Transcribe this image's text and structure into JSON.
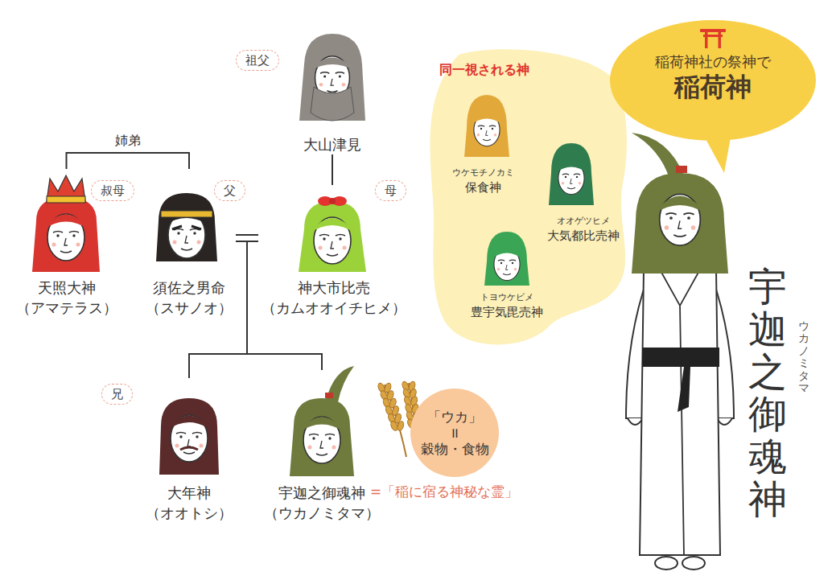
{
  "diagram": {
    "nodes": [
      {
        "text": [
          "祖父"
        ]
      },
      {
        "text": [
          "大山津見"
        ]
      },
      {
        "text": [
          "叔母"
        ]
      },
      {
        "text": [
          "天照大神",
          "（アマテラス）"
        ]
      },
      {
        "text": [
          "父"
        ]
      },
      {
        "text": [
          "須佐之男命",
          "（スサノオ）"
        ]
      },
      {
        "text": [
          "母"
        ]
      },
      {
        "text": [
          "神大市比売",
          "（カムオオイチヒメ）"
        ]
      },
      {
        "text": [
          "兄"
        ]
      },
      {
        "text": [
          "大年神",
          "（オオトシ）"
        ]
      },
      {
        "text": [
          "宇迦之御魂神",
          "（ウカノミタマ）"
        ]
      },
      {
        "text": [
          "「ウカ」",
          "=",
          "穀物・食物"
        ]
      },
      {
        "text": [
          "同一視される神"
        ]
      },
      {
        "text": [
          "ウケモチノカミ",
          "保食神"
        ],
        "in": 12
      },
      {
        "text": [
          "オオゲツヒメ",
          "大気都比売神"
        ],
        "in": 12
      },
      {
        "text": [
          "トヨウケビメ",
          "豊宇気毘売神"
        ],
        "in": 12
      },
      {
        "text": [
          "稲荷神社の祭神で",
          "稲荷神"
        ]
      }
    ],
    "edges": [
      {
        "from": 1,
        "to": 7,
        "arrow": "none"
      },
      {
        "from": 3,
        "to": 5,
        "label": "姉弟",
        "arrow": "none"
      },
      {
        "from": 5,
        "to": 7,
        "arrow": "none"
      },
      {
        "from": 5,
        "to": 9,
        "arrow": "none"
      },
      {
        "from": 5,
        "to": 10,
        "arrow": "none"
      },
      {
        "from": 7,
        "to": 9,
        "arrow": "none"
      },
      {
        "from": 7,
        "to": 10,
        "arrow": "none"
      }
    ],
    "labels": [
      "=「稲に宿る神秘な霊」",
      "宇迦之御魂神",
      "ウカノミタマ"
    ]
  }
}
